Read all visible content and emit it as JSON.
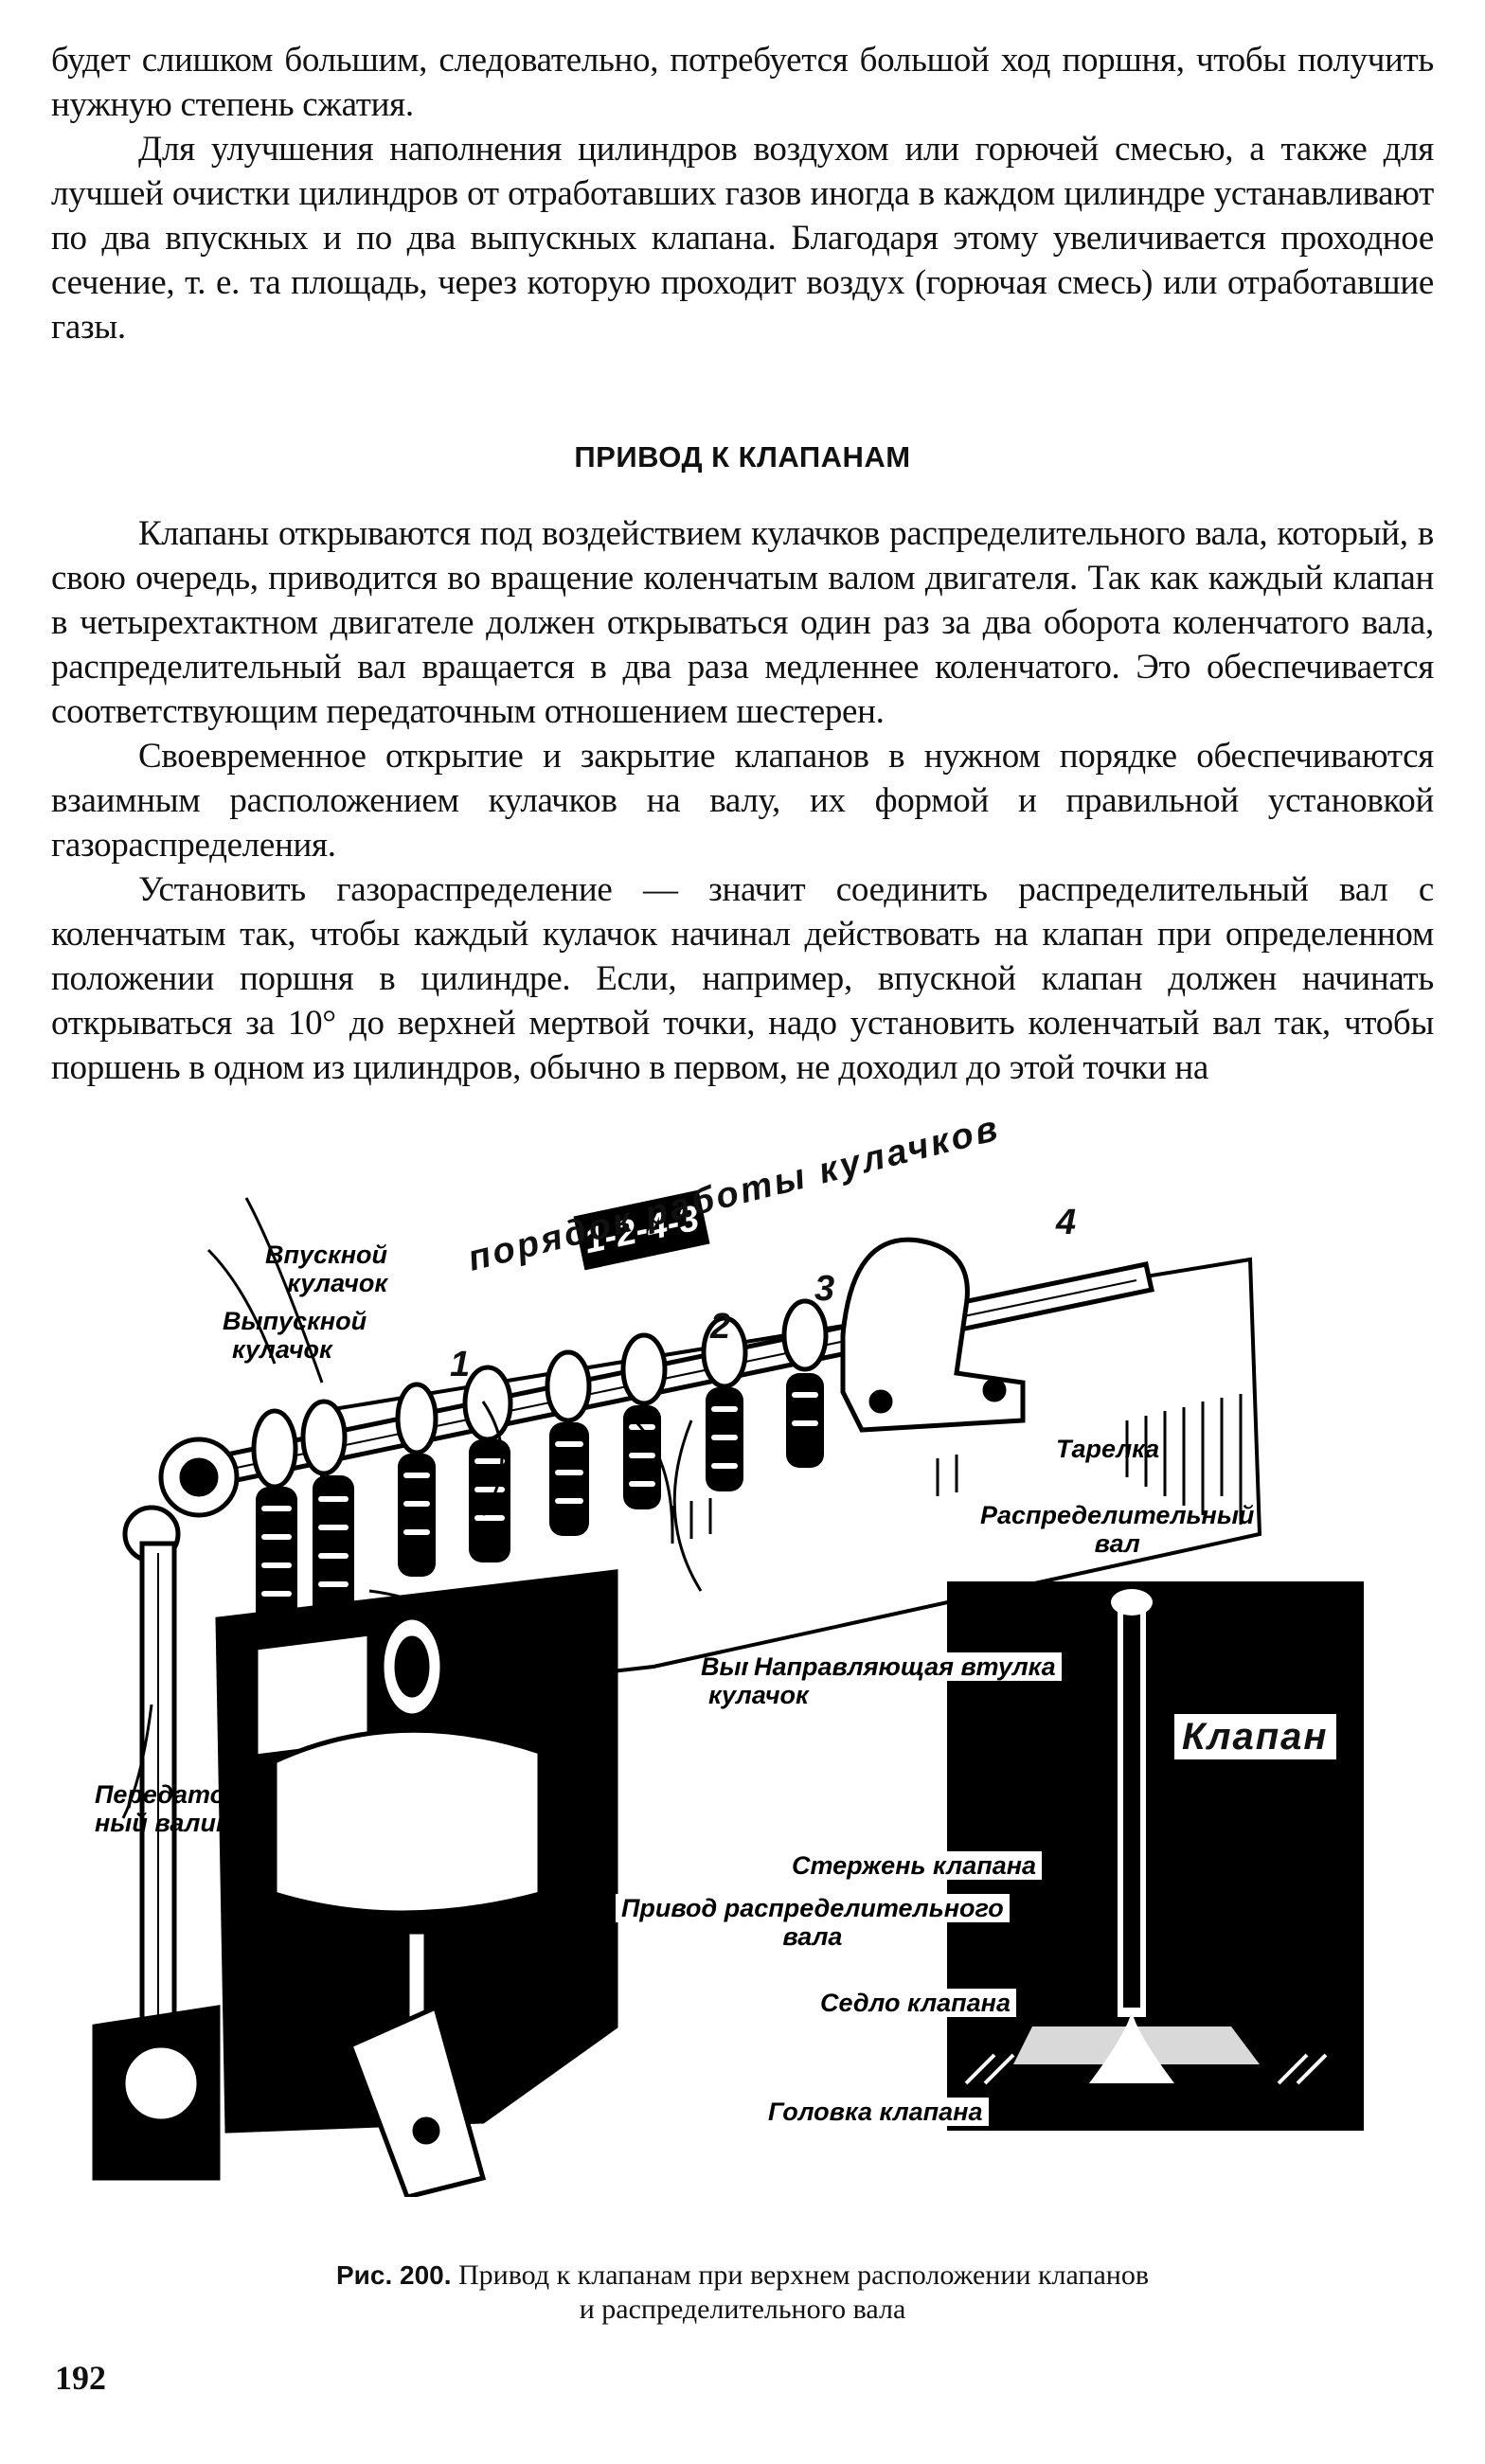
{
  "page": {
    "top_paragraphs": [
      "будет слишком большим, следовательно, потребуется большой ход поршня, чтобы получить нужную степень сжатия.",
      "Для улучшения наполнения цилиндров воздухом или горючей смесью, а также для лучшей очистки цилиндров от отработавших газов иногда в каждом цилиндре устанавливают по два впускных и по два выпускных клапана. Благодаря этому увеличивается проходное сечение, т. е. та площадь, через которую проходит воздух (горючая смесь) или отработавшие газы."
    ],
    "section_heading": "ПРИВОД К КЛАПАНАМ",
    "main_paragraphs": [
      "Клапаны открываются под воздействием кулачков распределительного вала, который, в свою очередь, приводится во вращение коленчатым валом двигателя. Так как каждый клапан в четырехтактном двигателе должен открываться один раз за два оборота коленчатого вала, распределительный вал вращается в два раза медленнее коленчатого. Это обеспечивается соответствующим передаточным отношением шестерен.",
      "Своевременное открытие и закрытие клапанов в нужном порядке обеспечиваются взаимным расположением кулачков на валу, их формой и правильной установкой газораспределения.",
      "Установить газораспределение — значит соединить распределительный вал с коленчатым так, чтобы каждый кулачок начинал действовать на клапан при определенном положении поршня в цилиндре. Если, например, впускной клапан должен начинать открываться за 10° до верхней мертвой точки, надо установить коленчатый вал так, чтобы поршень в одном из цилиндров, обычно в первом, не доходил до этой точки на"
    ],
    "figure": {
      "cam_order_badge": "1-2-4-3",
      "cam_order_text": "порядок работы кулачков",
      "cam_numbers": [
        "1",
        "2",
        "3",
        "4"
      ],
      "labels": {
        "intake_cam": [
          "Впускной",
          "кулачок"
        ],
        "exhaust_cam_left": [
          "Выпускной",
          "кулачок"
        ],
        "exhaust_cam_mid": [
          "Выпускной",
          "кулачок"
        ],
        "spring_plate": "Тарелка",
        "camshaft": [
          "Распределительный",
          "вал"
        ],
        "valve_guide": "Направляющая втулка",
        "transmission_shaft": [
          "Передаточ-",
          "ный валик"
        ],
        "camshaft_drive": [
          "Привод распределительного",
          "вала"
        ],
        "valve_title": "Клапан",
        "valve_stem": "Стержень клапана",
        "valve_seat": "Седло клапана",
        "valve_head": "Головка клапана"
      }
    },
    "caption": {
      "figure_number": "Рис. 200.",
      "line1": "Привод к клапанам при верхнем расположении клапанов",
      "line2": "и распределительного вала"
    },
    "page_number": "192"
  }
}
